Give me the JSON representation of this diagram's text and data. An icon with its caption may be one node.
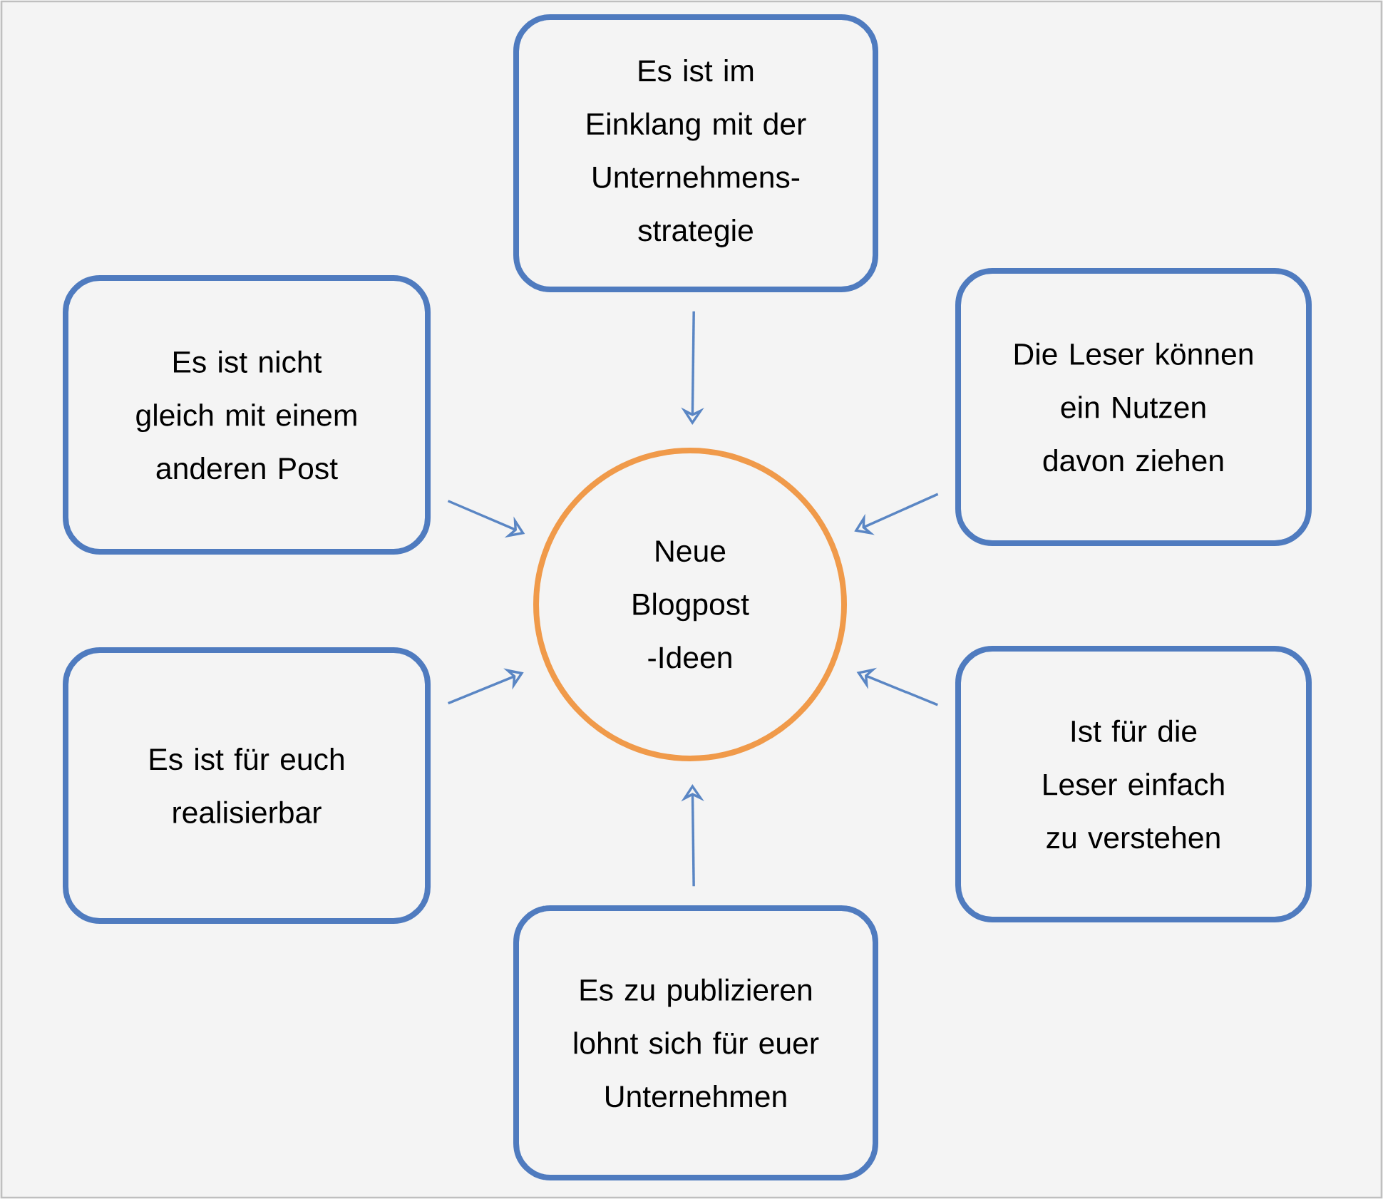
{
  "diagram": {
    "nodes": [
      {
        "text": [
          "Es ist im Einklang mit der Unternehmens-strategie"
        ]
      },
      {
        "text": [
          "Es ist nicht gleich mit einem anderen Post"
        ]
      },
      {
        "text": [
          "Die Leser können ein Nutzen davon ziehen"
        ]
      },
      {
        "text": [
          "Neue Blogpost -Ideen"
        ]
      },
      {
        "text": [
          "Es ist für euch realisierbar"
        ]
      },
      {
        "text": [
          "Ist für die Leser einfach zu verstehen"
        ]
      },
      {
        "text": [
          "Es zu publizieren lohnt sich für euer Unternehmen"
        ]
      }
    ],
    "edges": [
      {
        "from": 0,
        "to": 3,
        "arrow": "to"
      },
      {
        "from": 1,
        "to": 3,
        "arrow": "to"
      },
      {
        "from": 2,
        "to": 3,
        "arrow": "to"
      },
      {
        "from": 4,
        "to": 3,
        "arrow": "to"
      },
      {
        "from": 5,
        "to": 3,
        "arrow": "to"
      },
      {
        "from": 6,
        "to": 3,
        "arrow": "to"
      }
    ]
  }
}
